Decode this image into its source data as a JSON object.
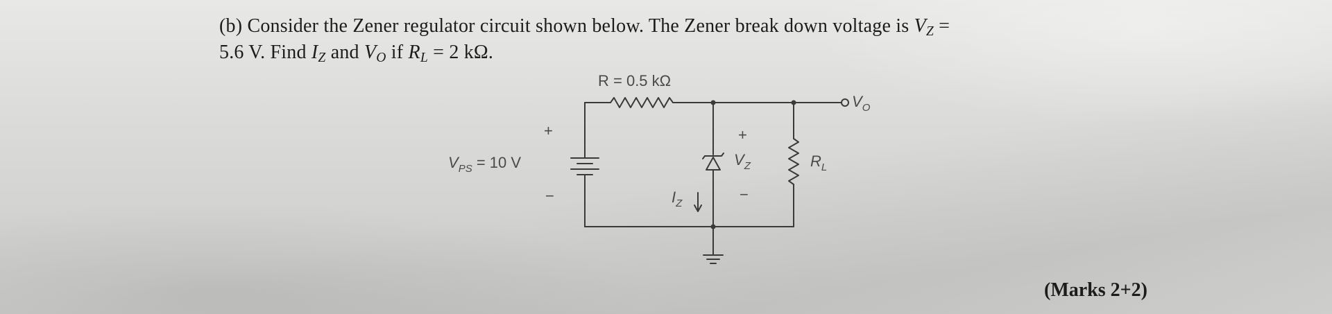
{
  "question": {
    "line1_prefix": "(b) Consider the Zener regulator circuit shown below. The Zener break down voltage is ",
    "vz_symbol": "V",
    "vz_sub": "Z",
    "line1_suffix": " =",
    "line2_value": "5.6 V. Find ",
    "iz_symbol": "I",
    "iz_sub": "Z",
    "and_text": " and ",
    "vo_symbol": "V",
    "vo_sub": "O",
    "if_text": " if ",
    "rl_symbol": "R",
    "rl_sub": "L",
    "rl_value": " = 2 kΩ."
  },
  "circuit": {
    "resistor_label": "R = 0.5 kΩ",
    "source_label": "V",
    "source_sub": "PS",
    "source_value": " = 10 V",
    "plus_sign": "+",
    "minus_sign": "−",
    "vz_label": "V",
    "vz_label_sub": "Z",
    "iz_label": "I",
    "iz_label_sub": "Z",
    "rl_label": "R",
    "rl_label_sub": "L",
    "vo_label": "V",
    "vo_label_sub": "O"
  },
  "marks": "(Marks 2+2)"
}
